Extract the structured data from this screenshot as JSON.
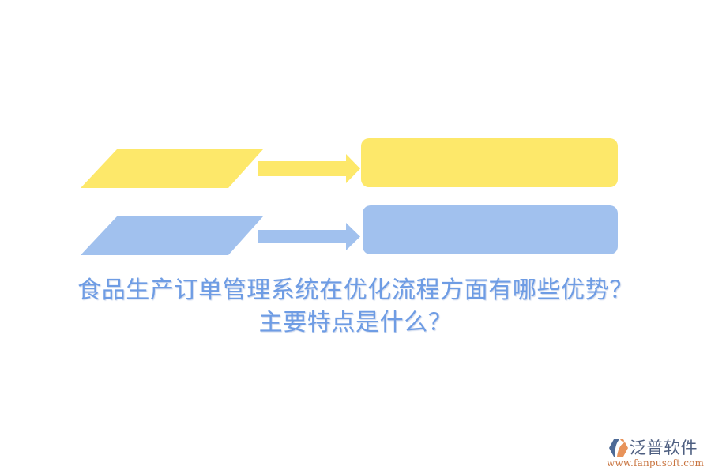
{
  "title": {
    "line1": "食品生产订单管理系统在优化流程方面有哪些优势？",
    "line2": "主要特点是什么？",
    "color": "#6e9ce4"
  },
  "diagram": {
    "rows": [
      {
        "name": "row-1",
        "color": "#fde86a",
        "input_label": "",
        "output_label": ""
      },
      {
        "name": "row-2",
        "color": "#a1c1ee",
        "input_label": "",
        "output_label": ""
      }
    ]
  },
  "logo": {
    "icon": "fanpu-hexagon-logo-icon",
    "name": "泛普软件",
    "url": "www.fanpusoft.com",
    "colors": {
      "primary": "#4d6a96",
      "accent": "#e8935a",
      "name_text": "#4d5e80",
      "url_text": "#c8733e"
    }
  }
}
